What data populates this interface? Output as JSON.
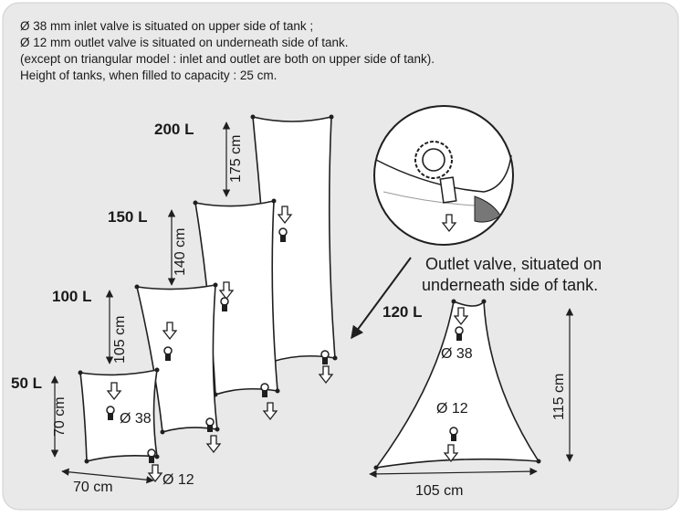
{
  "notes": [
    "Ø 38 mm inlet valve is situated on upper side of tank ;",
    "Ø 12 mm outlet valve is situated on underneath side of tank.",
    "(except on triangular model : inlet and outlet are both on upper side of tank).",
    "Height of tanks, when filled to capacity :  25 cm."
  ],
  "tanks": {
    "t200": {
      "capacity": "200 L",
      "height": "175 cm"
    },
    "t150": {
      "capacity": "150 L",
      "height": "140 cm"
    },
    "t100": {
      "capacity": "100 L",
      "height": "105 cm"
    },
    "t50": {
      "capacity": "50 L",
      "height": "70 cm",
      "width": "70 cm",
      "inlet": "Ø 38",
      "outlet": "Ø 12"
    },
    "t120": {
      "capacity": "120 L",
      "height": "115 cm",
      "width": "105 cm",
      "inlet": "Ø 38",
      "outlet": "Ø 12"
    }
  },
  "callout": {
    "line1": "Outlet valve, situated on",
    "line2": "underneath side of tank."
  },
  "colors": {
    "panel": "#e9e9e9",
    "line": "#1f1f1f",
    "tank_fill": "#ffffff"
  }
}
